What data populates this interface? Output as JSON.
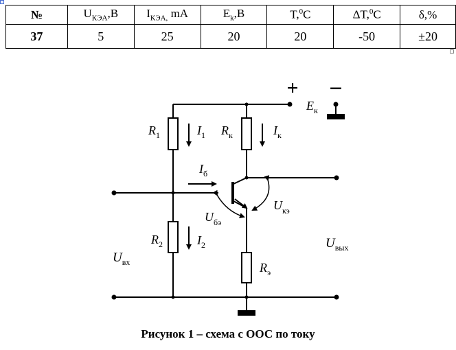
{
  "table": {
    "headers": {
      "num": "№",
      "uce": {
        "main": "U",
        "sub": "КЭА",
        "rest": ",B"
      },
      "ic": {
        "main": "I",
        "sub": "КЭА,",
        "rest": " mA"
      },
      "ek": {
        "main": "E",
        "sub": "k",
        "rest": ",B"
      },
      "t": {
        "main": "T,",
        "sup": "0",
        "rest": "C"
      },
      "dt": {
        "main": "ΔT,",
        "sup": "0",
        "rest": "C"
      },
      "delta": "δ,%"
    },
    "row": {
      "num": "37",
      "uce": "5",
      "ic": "25",
      "ek": "20",
      "t": "20",
      "dt": "-50",
      "delta": "±20"
    }
  },
  "circuit": {
    "plus": "+",
    "minus": "−",
    "ek": {
      "main": "E",
      "sub": "к"
    },
    "r1": {
      "main": "R",
      "sub": "1"
    },
    "i1": {
      "main": "I",
      "sub": "1"
    },
    "rk": {
      "main": "R",
      "sub": "к"
    },
    "ik": {
      "main": "I",
      "sub": "к"
    },
    "ib": {
      "main": "I",
      "sub": "б"
    },
    "ube": {
      "main": "U",
      "sub": "бэ"
    },
    "uke": {
      "main": "U",
      "sub": "кэ"
    },
    "r2": {
      "main": "R",
      "sub": "2"
    },
    "i2": {
      "main": "I",
      "sub": "2"
    },
    "re": {
      "main": "R",
      "sub": "э"
    },
    "uin": {
      "main": "U",
      "sub": "вх"
    },
    "uout": {
      "main": "U",
      "sub": "вых"
    }
  },
  "caption": "Рисунок 1 – схема с ООС по току"
}
